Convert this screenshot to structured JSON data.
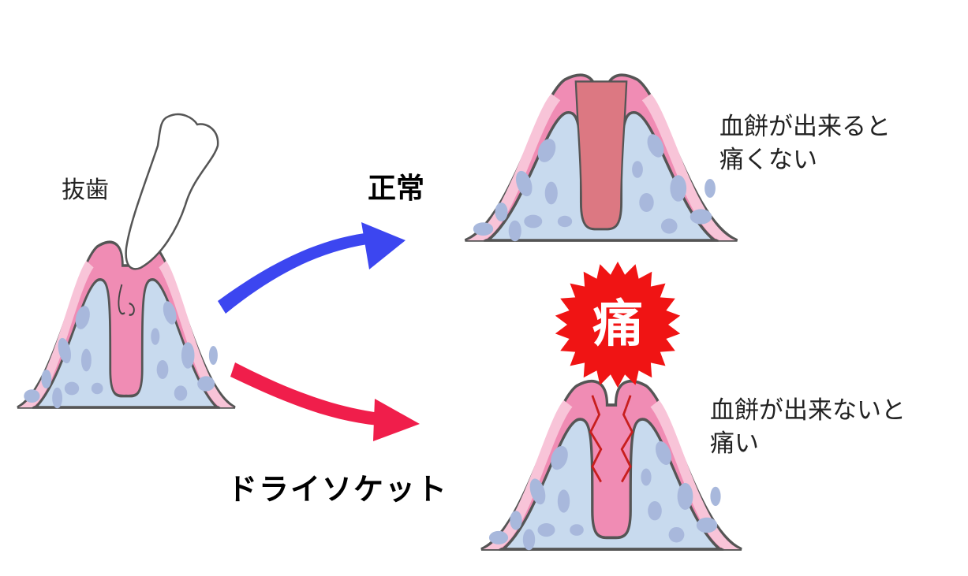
{
  "labels": {
    "extraction": "抜歯",
    "normal": "正常",
    "dry_socket": "ドライソケット",
    "pain": "痛"
  },
  "notes": {
    "normal": [
      "血餅が出来ると",
      "痛くない"
    ],
    "dry_socket": [
      "血餅が出来ないと",
      "痛い"
    ]
  },
  "colors": {
    "gum_pink": "#f08cb4",
    "gum_light": "#f8c4d8",
    "bone": "#c8daee",
    "bone_spots": "#a8b8dc",
    "blood_clot": "#dc7882",
    "arrow_normal": "#3c46f0",
    "arrow_dry": "#f01e4b",
    "pain_burst": "#f01414",
    "pain_cracks": "#c81e1e",
    "outline": "#555555"
  },
  "icons": {
    "tooth": "extracted-tooth-icon",
    "pain_burst": "pain-burst-icon"
  }
}
